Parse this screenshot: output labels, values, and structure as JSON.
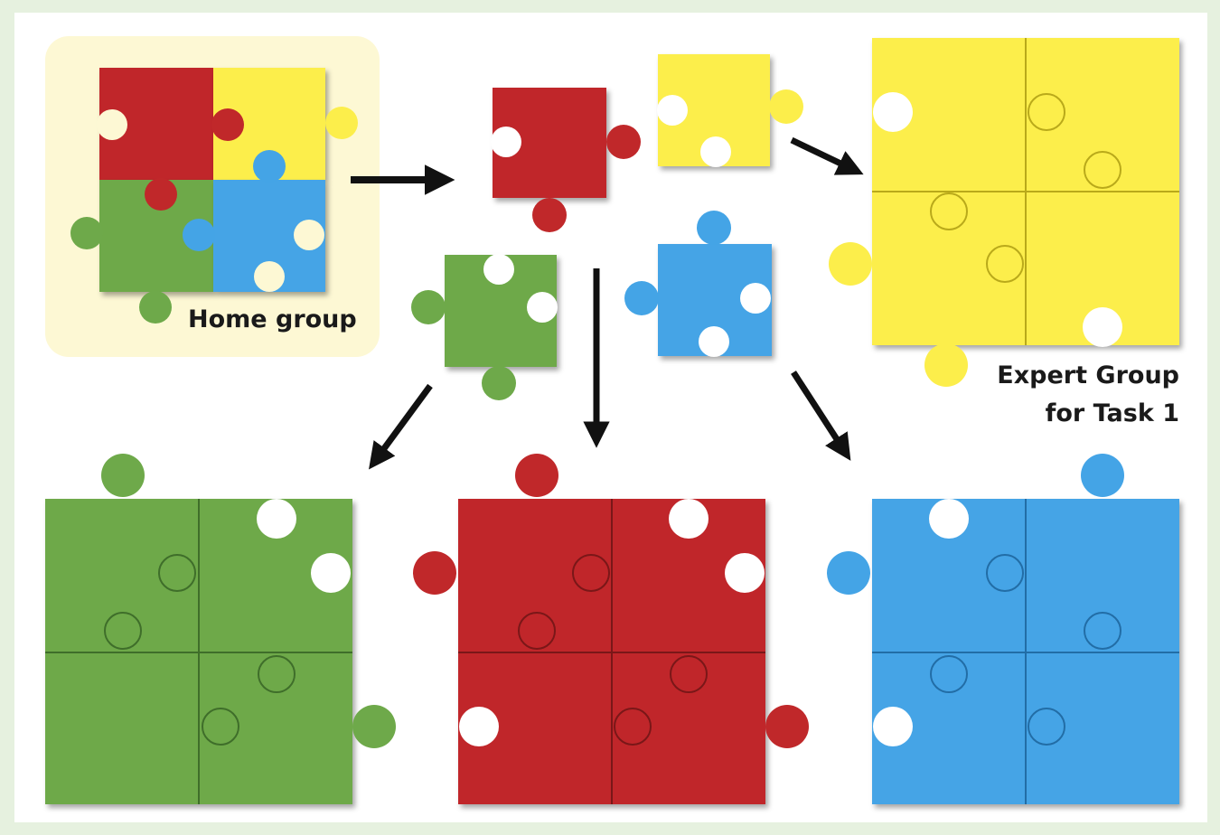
{
  "labels": {
    "home_group": "Home group",
    "expert_line1": "Expert Group",
    "expert_line2": "for Task 1"
  },
  "colors": {
    "red": "#c0282a",
    "yellow": "#fcee4b",
    "green": "#6ea94a",
    "blue": "#44a4e6",
    "home_panel": "#fdf8d4",
    "frame_bg": "#e6f1df",
    "canvas_bg": "#ffffff",
    "arrow": "#111111"
  },
  "pieces": {
    "home_group": [
      "red",
      "yellow",
      "green",
      "blue"
    ],
    "individual": [
      "red",
      "yellow",
      "green",
      "blue"
    ],
    "expert_groups": [
      "yellow",
      "green",
      "red",
      "blue"
    ]
  }
}
